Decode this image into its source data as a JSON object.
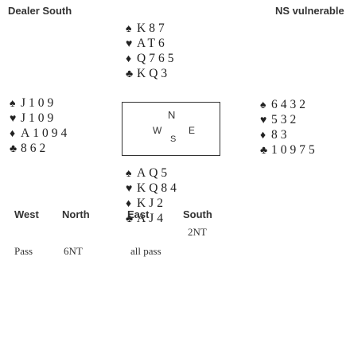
{
  "header": {
    "dealer": "Dealer South",
    "vulnerability": "NS vulnerable"
  },
  "hands": {
    "north": {
      "spades": "K87",
      "hearts": "AT6",
      "diamonds": "Q765",
      "clubs": "KQ3"
    },
    "west": {
      "spades": "J109",
      "hearts": "J109",
      "diamonds": "A1094",
      "clubs": "862"
    },
    "east": {
      "spades": "6432",
      "hearts": "532",
      "diamonds": "83",
      "clubs": "10975"
    },
    "south": {
      "spades": "AQ5",
      "hearts": "KQ84",
      "diamonds": "KJ2",
      "clubs": "AJ4"
    }
  },
  "suit_symbols": {
    "spades": "♠",
    "hearts": "♥",
    "diamonds": "♦",
    "clubs": "♣"
  },
  "compass": {
    "n": "N",
    "w": "W",
    "e": "E",
    "s": "S"
  },
  "auction": {
    "headers": [
      "West",
      "North",
      "East",
      "South"
    ],
    "rows": [
      [
        "",
        "",
        "",
        "2NT"
      ],
      [
        "Pass",
        "6NT",
        "all pass",
        ""
      ]
    ]
  },
  "colors": {
    "text": "#222222",
    "border": "#333333"
  }
}
